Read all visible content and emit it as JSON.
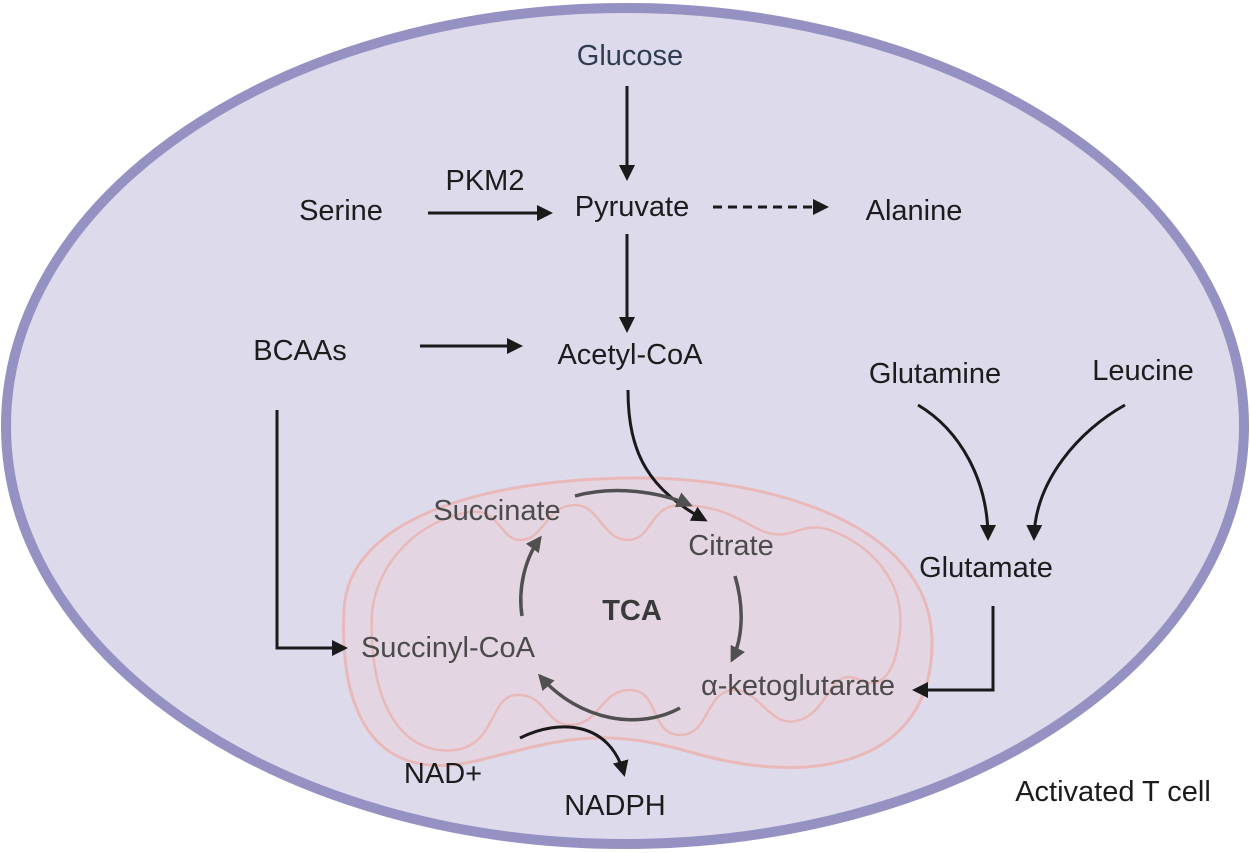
{
  "cell_label": "Activated T cell",
  "metabolites": {
    "glucose": "Glucose",
    "serine": "Serine",
    "pkm2": "PKM2",
    "pyruvate": "Pyruvate",
    "alanine": "Alanine",
    "bcaas": "BCAAs",
    "acetyl_coa": "Acetyl-CoA",
    "glutamine": "Glutamine",
    "leucine": "Leucine",
    "glutamate": "Glutamate",
    "succinate": "Succinate",
    "citrate": "Citrate",
    "tca": "TCA",
    "succinyl_coa": "Succinyl-CoA",
    "a_ketoglutarate": "α-ketoglutarate",
    "nad": "NAD+",
    "nadph": "NADPH"
  },
  "colors": {
    "cell_fill": "#dddaeb",
    "cell_border": "#9591c2",
    "mito_fill": "#e4d5e0",
    "mito_border": "#e9b9b9",
    "arrow_black": "#1a1a1a",
    "arrow_grey": "#505050"
  }
}
